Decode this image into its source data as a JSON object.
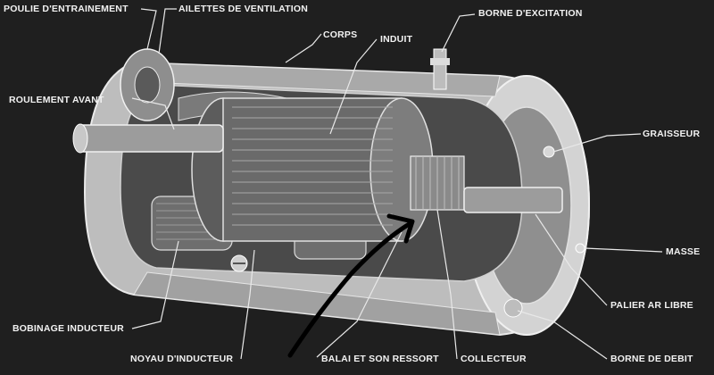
{
  "labels": {
    "poulie": "POULIE D'ENTRAINEMENT",
    "ailettes": "AILETTES DE VENTILATION",
    "corps": "CORPS",
    "induit": "INDUIT",
    "borne_excitation": "BORNE D'EXCITATION",
    "roulement": "ROULEMENT AVANT",
    "graisseur": "GRAISSEUR",
    "masse": "MASSE",
    "palier": "PALIER AR LIBRE",
    "borne_debit": "BORNE DE DEBIT",
    "bobinage": "BOBINAGE INDUCTEUR",
    "noyau": "NOYAU D'INDUCTEUR",
    "balai": "BALAI ET SON RESSORT",
    "collecteur": "COLLECTEUR"
  },
  "colors": {
    "background": "#1f1f1f",
    "label_text": "#f2f2f2",
    "leader_line": "#e8e8e8",
    "housing": "#c9c9c9",
    "annotation_arrow": "#000000"
  },
  "annotation": {
    "type": "hand-drawn-arrow",
    "points_to": "collecteur"
  }
}
